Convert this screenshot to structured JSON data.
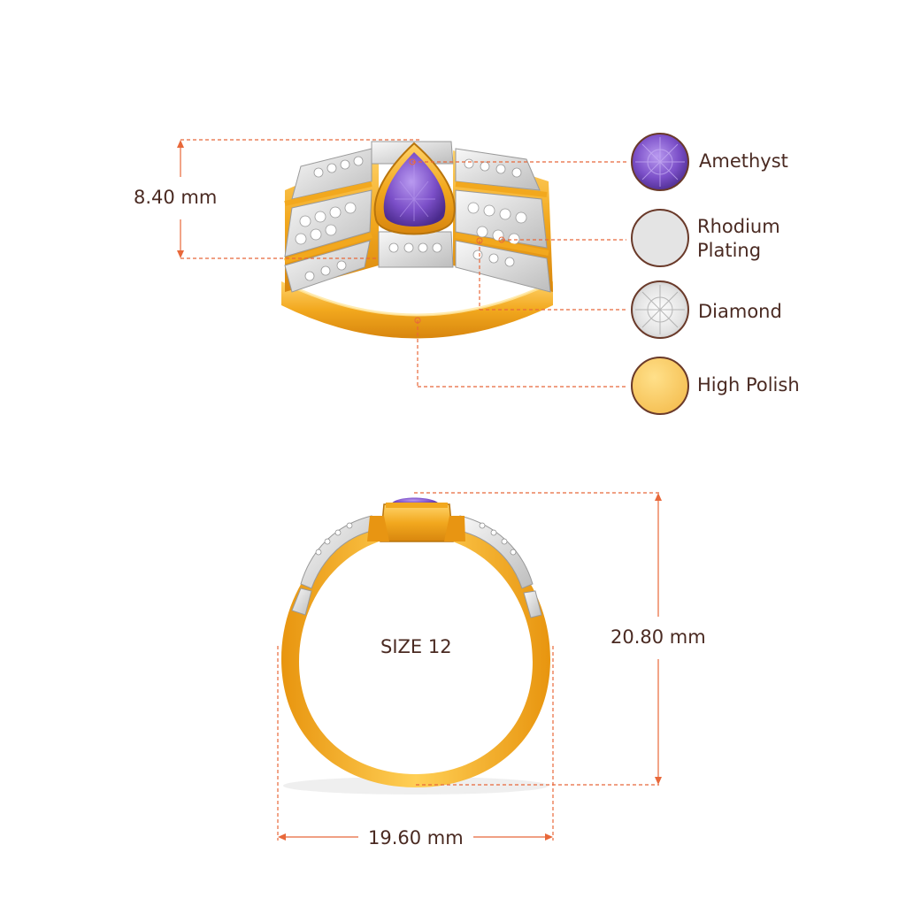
{
  "dimensions": {
    "height_top": "8.40 mm",
    "height_front": "20.80 mm",
    "width_front": "19.60 mm"
  },
  "ring_size": "SIZE 12",
  "legend": [
    {
      "name": "amethyst",
      "label": "Amethyst",
      "color": "#7b4fc8"
    },
    {
      "name": "rhodium-plating",
      "label_line1": "Rhodium",
      "label_line2": "Plating",
      "color": "#e6e6e6"
    },
    {
      "name": "diamond",
      "label": "Diamond",
      "color": "#f2f2f2"
    },
    {
      "name": "high-polish",
      "label": "High Polish",
      "color": "#f8c860"
    }
  ],
  "colors": {
    "accent": "#e8683a",
    "text": "#4a2a22",
    "gold": "#f0a824",
    "gold_dark": "#c87a10",
    "rhodium": "#dcdcdc",
    "amethyst": "#7b4fc8"
  }
}
